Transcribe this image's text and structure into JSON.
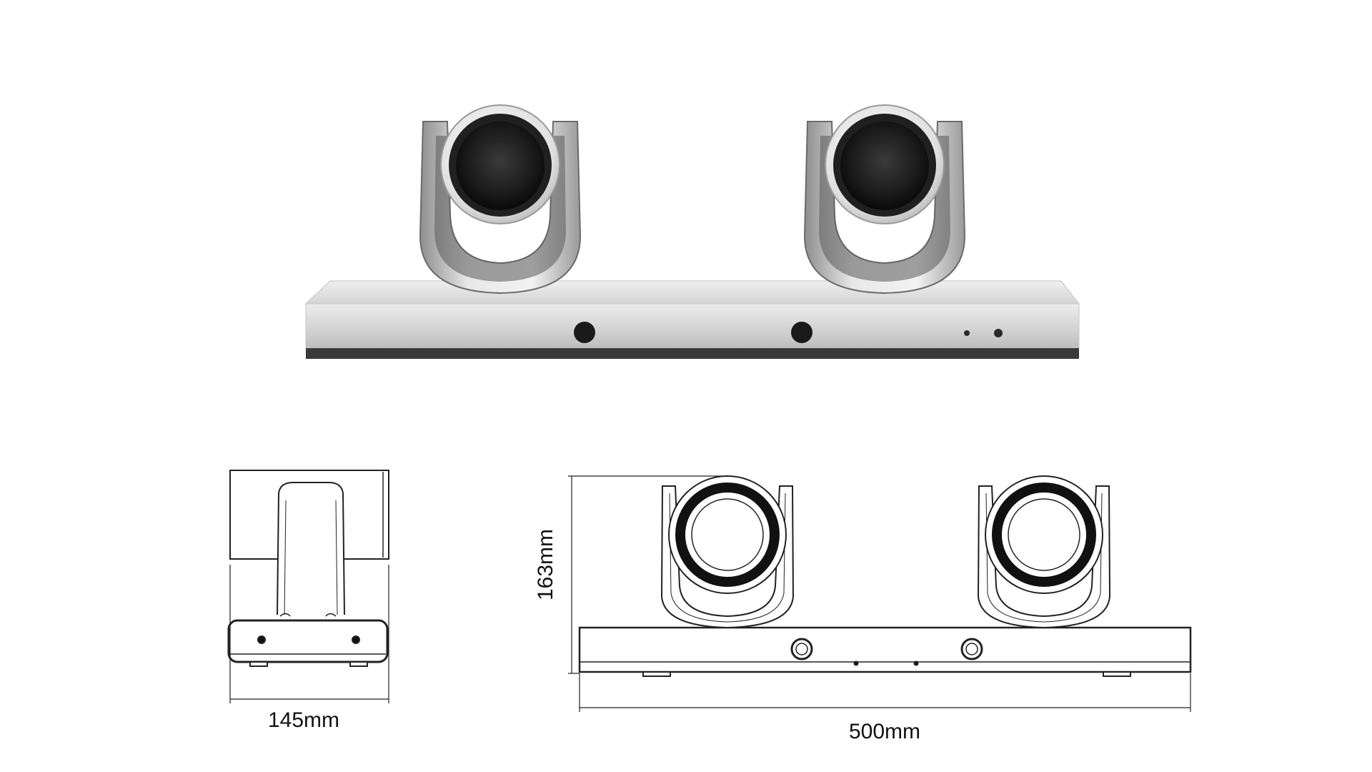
{
  "product_render": {
    "camera_count": 2,
    "base_front_ports": 2,
    "base_indicators": 2
  },
  "side_view": {
    "depth_label": "145mm"
  },
  "front_drawing": {
    "height_label": "163mm",
    "width_label": "500mm"
  },
  "colors": {
    "background": "#ffffff",
    "body_silver": "#d9d9d9",
    "body_highlight": "#f4f4f4",
    "lens_black": "#111111",
    "base_dark_strip": "#3a3a3a",
    "line_drawing": "#222222"
  }
}
